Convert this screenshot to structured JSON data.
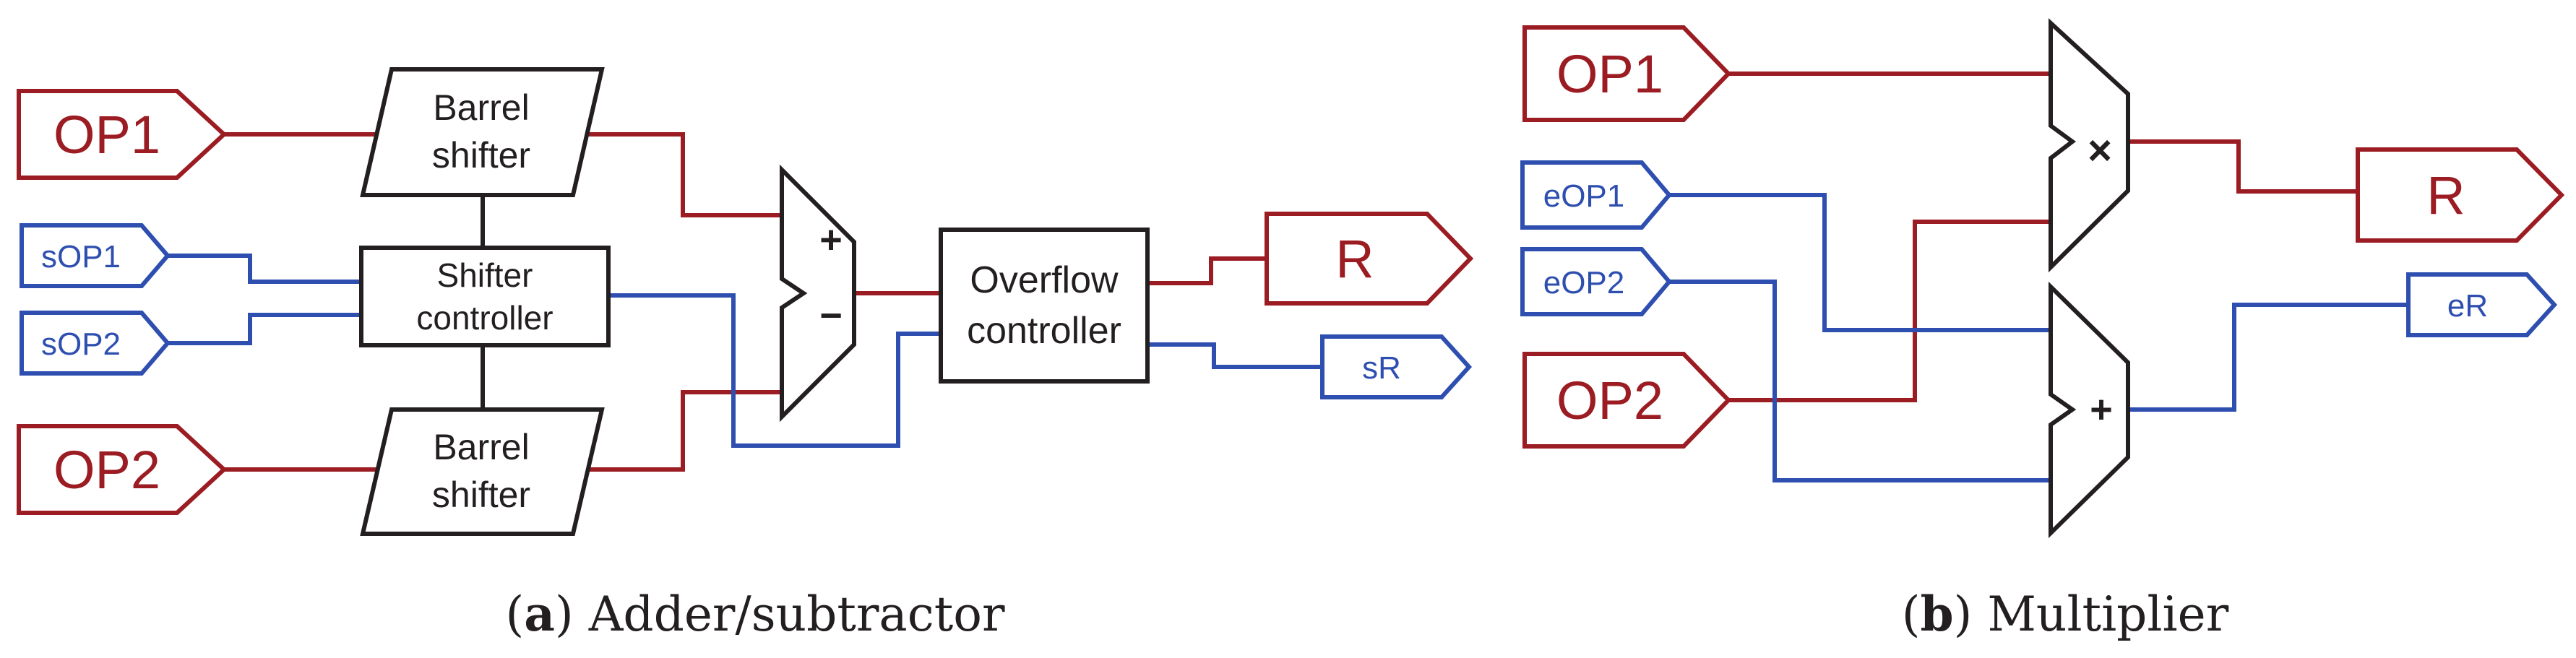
{
  "colors": {
    "red": "#9b1c22",
    "blue": "#2e4fb0",
    "black": "#231f20"
  },
  "adder": {
    "op1": "OP1",
    "op2": "OP2",
    "sop1": "sOP1",
    "sop2": "sOP2",
    "barrel_top_line1": "Barrel",
    "barrel_top_line2": "shifter",
    "barrel_bottom_line1": "Barrel",
    "barrel_bottom_line2": "shifter",
    "shifter_controller_line1": "Shifter",
    "shifter_controller_line2": "controller",
    "alu_plus": "+",
    "alu_minus": "−",
    "overflow_line1": "Overflow",
    "overflow_line2": "controller",
    "result": "R",
    "sign_result": "sR",
    "caption_label": "a",
    "caption_text": " Adder/subtractor"
  },
  "multiplier": {
    "op1": "OP1",
    "op2": "OP2",
    "eop1": "eOP1",
    "eop2": "eOP2",
    "mult_symbol": "×",
    "add_symbol": "+",
    "result": "R",
    "exp_result": "eR",
    "caption_label": "b",
    "caption_text": " Multiplier"
  }
}
